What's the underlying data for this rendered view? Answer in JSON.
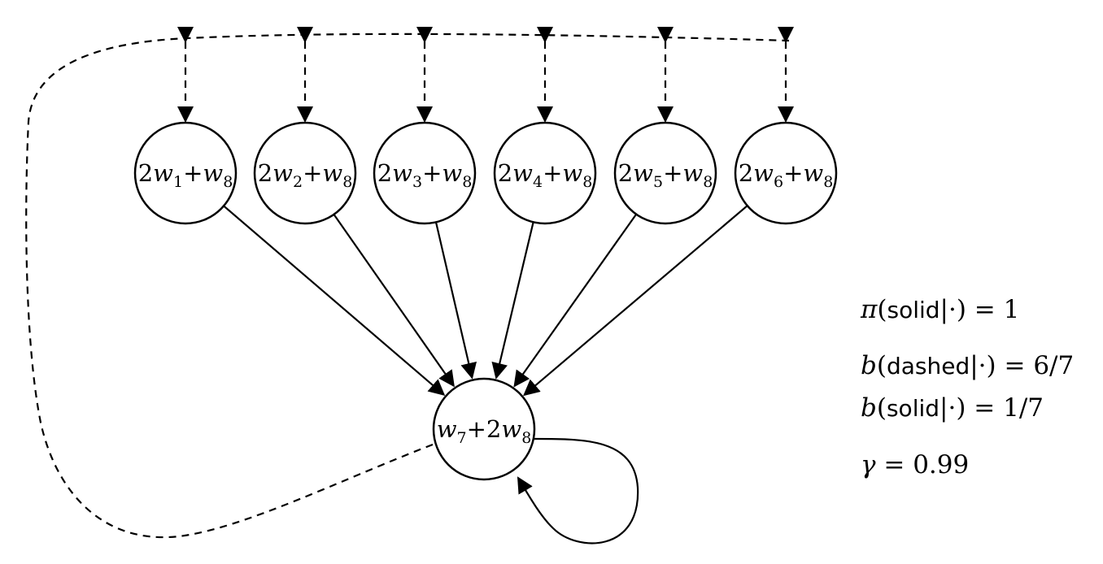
{
  "nodes": [
    {
      "id": "n1",
      "coef": "2",
      "var": "w",
      "sub": "1",
      "op": "+",
      "var2": "w",
      "sub2": "8"
    },
    {
      "id": "n2",
      "coef": "2",
      "var": "w",
      "sub": "2",
      "op": "+",
      "var2": "w",
      "sub2": "8"
    },
    {
      "id": "n3",
      "coef": "2",
      "var": "w",
      "sub": "3",
      "op": "+",
      "var2": "w",
      "sub2": "8"
    },
    {
      "id": "n4",
      "coef": "2",
      "var": "w",
      "sub": "4",
      "op": "+",
      "var2": "w",
      "sub2": "8"
    },
    {
      "id": "n5",
      "coef": "2",
      "var": "w",
      "sub": "5",
      "op": "+",
      "var2": "w",
      "sub2": "8"
    },
    {
      "id": "n6",
      "coef": "2",
      "var": "w",
      "sub": "6",
      "op": "+",
      "var2": "w",
      "sub2": "8"
    }
  ],
  "center_node": {
    "var": "w",
    "sub": "7",
    "op": "+",
    "coef2": "2",
    "var2": "w",
    "sub2": "8"
  },
  "annotations": {
    "pi_solid": {
      "sym": "π",
      "open": "(",
      "word": "solid",
      "cond": "|·)",
      "rhs": " = 1"
    },
    "b_dashed": {
      "sym": "b",
      "open": "(",
      "word": "dashed",
      "cond": "|·)",
      "rhs": " = 6/7"
    },
    "b_solid": {
      "sym": "b",
      "open": "(",
      "word": "solid",
      "cond": "|·)",
      "rhs": " = 1/7"
    },
    "gamma": {
      "sym": "γ",
      "rhs": " = 0.99"
    }
  },
  "colors": {
    "stroke": "#000000",
    "background": "#ffffff"
  }
}
